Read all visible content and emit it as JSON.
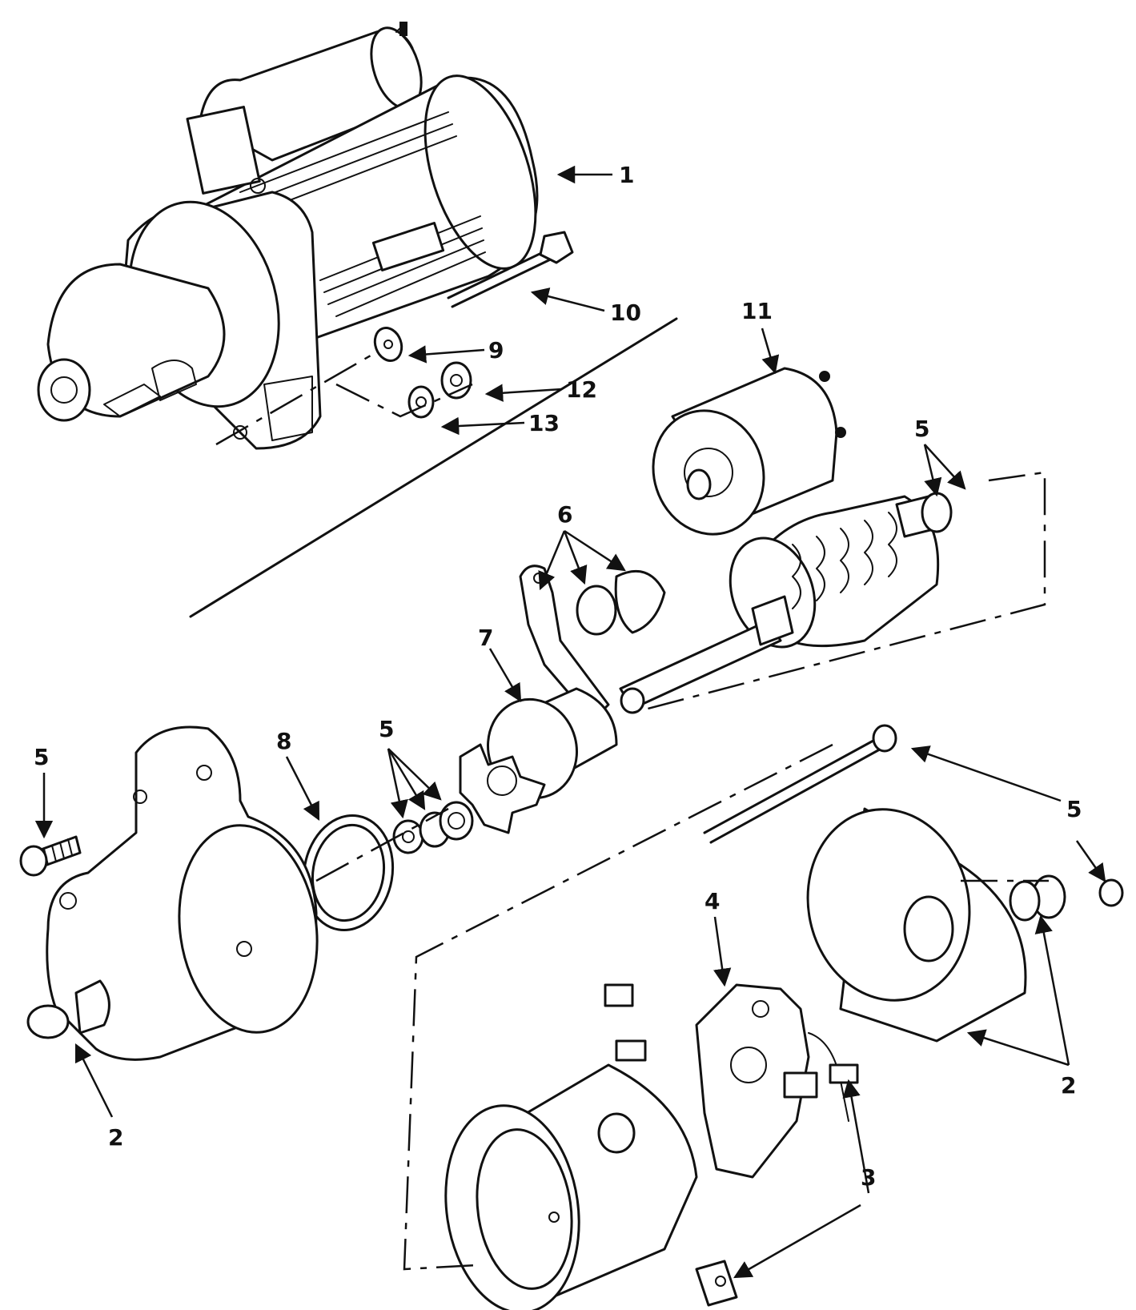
{
  "callouts": [
    {
      "id": "c1",
      "label": "1"
    },
    {
      "id": "c10",
      "label": "10"
    },
    {
      "id": "c9",
      "label": "9"
    },
    {
      "id": "c12",
      "label": "12"
    },
    {
      "id": "c13",
      "label": "13"
    },
    {
      "id": "c11",
      "label": "11"
    },
    {
      "id": "c5a",
      "label": "5"
    },
    {
      "id": "c6",
      "label": "6"
    },
    {
      "id": "c7",
      "label": "7"
    },
    {
      "id": "c8",
      "label": "8"
    },
    {
      "id": "c5b",
      "label": "5"
    },
    {
      "id": "c5c",
      "label": "5"
    },
    {
      "id": "c5d",
      "label": "5"
    },
    {
      "id": "c4",
      "label": "4"
    },
    {
      "id": "c2a",
      "label": "2"
    },
    {
      "id": "c2b",
      "label": "2"
    },
    {
      "id": "c3",
      "label": "3"
    }
  ]
}
